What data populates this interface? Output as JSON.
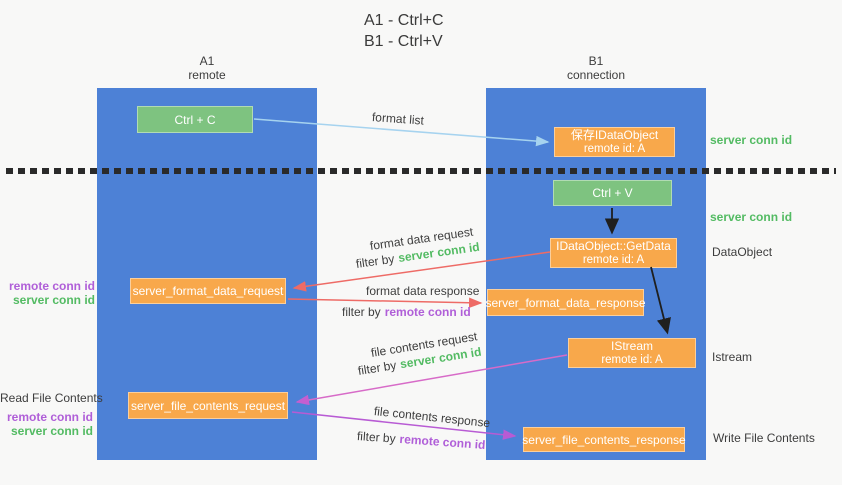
{
  "title": {
    "line1": "A1 - Ctrl+C",
    "line2": "B1 - Ctrl+V"
  },
  "columns": {
    "left": {
      "id": "A1",
      "role": "remote"
    },
    "right": {
      "id": "B1",
      "role": "connection"
    }
  },
  "nodes": {
    "ctrl_c": "Ctrl + C",
    "ctrl_v": "Ctrl + V",
    "save_idataobject": {
      "line1": "保存IDataObject",
      "line2": "remote id: A"
    },
    "getdata": {
      "line1": "IDataObject::GetData",
      "line2": "remote id: A"
    },
    "istream": {
      "line1": "IStream",
      "line2": "remote id: A"
    },
    "format_request": "server_format_data_request",
    "format_response": "server_format_data_response",
    "file_request": "server_file_contents_request",
    "file_response": "server_file_contents_response"
  },
  "arrow_labels": {
    "format_list": "format list",
    "format_data_request": "format data request",
    "format_data_response": "format data response",
    "file_contents_request": "file contents request",
    "file_contents_response": "file contents response",
    "filter_by": "filter by"
  },
  "tokens": {
    "server_conn_id": "server conn id",
    "remote_conn_id": "remote conn id"
  },
  "side_labels": {
    "dataobject": "DataObject",
    "istream": "Istream",
    "read_file_contents": "Read File Contents",
    "write_file_contents": "Write File Contents"
  },
  "colors": {
    "column_blue": "#4d81d6",
    "node_green": "#7ec380",
    "node_orange": "#f8a84b",
    "server_conn_green": "#53bb63",
    "remote_conn_purple": "#b05fd8",
    "request_red": "#ee6b66",
    "format_list_blue": "#a6d3ef",
    "file_request_magenta": "#d76bc8",
    "file_response_magenta": "#b85bd4",
    "black_arrow": "#1f1f1f"
  }
}
